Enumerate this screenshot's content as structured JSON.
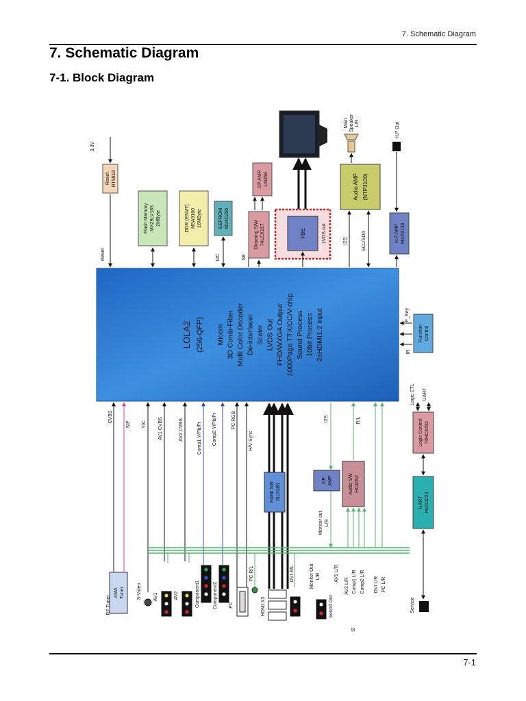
{
  "header": {
    "running_title": "7. Schematic Diagram",
    "title": "7. Schematic Diagram",
    "subtitle": "7-1. Block Diagram"
  },
  "footer": {
    "page": "7-1"
  },
  "diagram": {
    "main_chip": {
      "name": "LOLA2",
      "package": "(256-QFP)",
      "features": [
        "Micom",
        "3D Comb-Filter",
        "Multi Color Decoder",
        "De-interlacer",
        "Scaler",
        "LVDS Out",
        "FHD/WXGA Output",
        "1000Page TTX/CC/V-chip",
        "Sound Process",
        "10bit Process",
        "2xHDMI1.2 input"
      ]
    },
    "blocks": {
      "reset": [
        "Reset",
        "RT9818"
      ],
      "flash": [
        "Flash Memory",
        "MX29LV165",
        "2MByte"
      ],
      "ddr": [
        "DDR (ESMT)",
        "M5A9160",
        "16MByte"
      ],
      "eeprom": [
        "EEPROM",
        "M24C256"
      ],
      "dimming": [
        "Dimming S/W",
        "74LCX157"
      ],
      "fbe": [
        "FBE"
      ],
      "lvds": "LVDS out",
      "op_amp_top": [
        "OP AMP",
        "LM358"
      ],
      "audio_amp": [
        "Audio AMP",
        "(NTP3100)"
      ],
      "hp_amp": [
        "H.P AMP",
        "MAX9728"
      ],
      "function_control": [
        "Function",
        "Control"
      ],
      "logic_control": [
        "Logic Control",
        "74HC4052"
      ],
      "uart": [
        "UART",
        "MAX3223"
      ],
      "audio_sw": [
        "Audio SW",
        "HC4052"
      ],
      "op_amp_bottom": [
        "OP",
        "AMP"
      ],
      "hdmi_sw": [
        "HDMI SW",
        "SIL9185"
      ],
      "tuner": [
        "AMA",
        "Tuner"
      ]
    },
    "labels": {
      "v33": "3.3V",
      "reset_sig": "Reset",
      "i2c": "I2C",
      "sb": "SB",
      "i2s_top": "I2S",
      "scl_sda": "SCL/SDA",
      "main_speaker": [
        "Main",
        "Speaker",
        "L/R"
      ],
      "hp_out": "H.P Out",
      "ir": "IR",
      "f_key": "F_Key",
      "logic_ctl": "Logic CTL",
      "uart_sig": "UART",
      "cvbs": "CVBS",
      "sif": "SIF",
      "yc": "Y/C",
      "av1_cvbs": "AV1 CVBS",
      "av2_cvbs": "AV2 CVBS",
      "comp1": "Comp1 Y/Pb/Pr",
      "comp2": "Comp2 Y/Pb/Pr",
      "pc_rgb": "PC RGB",
      "hv_sync": "H/V Sync",
      "i2s_bottom": "I2S",
      "rl": "R/L",
      "monitor_out_lr": [
        "Monitor out",
        "L/R"
      ],
      "rf_tuner": "RF Tuner",
      "svideo": "S-Video",
      "av1": "AV1",
      "av2": "AV2",
      "component1": "Component1",
      "component2": "Component2",
      "pc": "PC",
      "pc_rl": "PC R/L",
      "hdmi_x3": "HDMI X3",
      "dvi_rl": "DVI R/L",
      "monitor_out": [
        "Monitor Out",
        "L/R"
      ],
      "sound_out": "Sound Out",
      "av1_lr": "AV1 L/R",
      "av2_lr": "AV2 L/R",
      "comp1_lr": "Comp1 L/R",
      "comp2_lr": "Comp2 L/R",
      "dvi_lr": "DVI L/R",
      "pc_lr": "PC L/R",
      "service": "Service",
      "misc": "I2"
    },
    "colors": {
      "chip_blue": "#2f7fd6",
      "green_block": "#c8e6b8",
      "yellow_block": "#f2eeaa",
      "teal_block": "#5fb0b8",
      "pink_block": "#d99aa0",
      "signal_green": "#4cb86a",
      "signal_magenta": "#e0409a",
      "signal_blue": "#3050b0"
    }
  }
}
